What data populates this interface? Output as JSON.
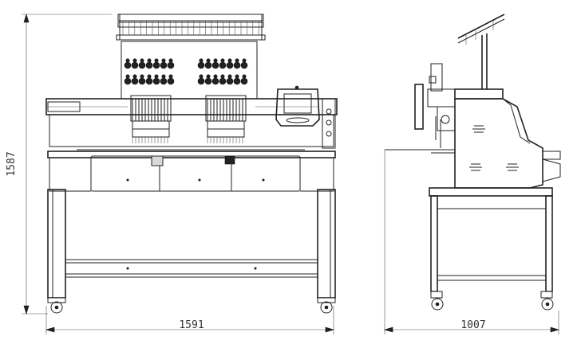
{
  "dimensions": {
    "height": "1587",
    "front_width": "1591",
    "side_depth": "1007"
  }
}
